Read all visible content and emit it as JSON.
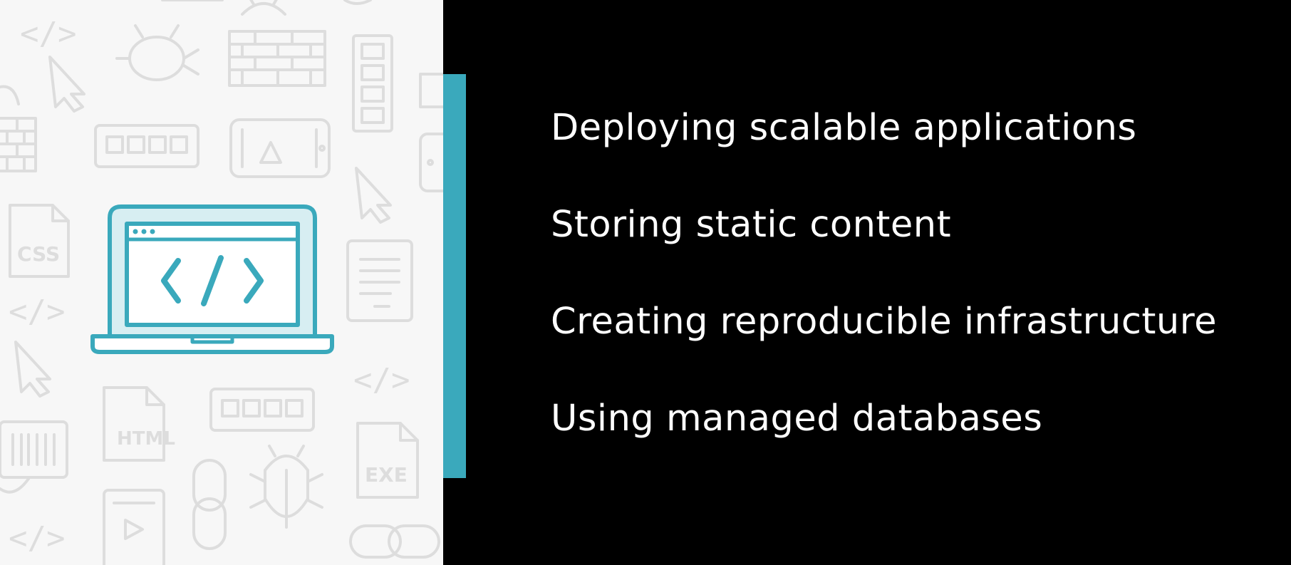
{
  "colors": {
    "accent": "#3aa9bc",
    "panel_background": "#f7f7f7",
    "pattern_stroke": "#dddddd",
    "slide_background": "#000000",
    "text": "#ffffff"
  },
  "hero": {
    "icon": "laptop-code-icon"
  },
  "pattern": {
    "icons": [
      "code-icon",
      "cursor-icon",
      "bug-icon",
      "brick-wall-icon",
      "css-file-icon",
      "html-file-icon",
      "exe-file-icon",
      "chain-link-icon",
      "phone-icon",
      "barcode-icon",
      "document-icon"
    ],
    "labels": {
      "code": "</>",
      "css": "CSS",
      "html": "HTML",
      "exe": "EXE"
    }
  },
  "topics": [
    {
      "label": "Deploying scalable applications"
    },
    {
      "label": "Storing static content"
    },
    {
      "label": "Creating reproducible infrastructure"
    },
    {
      "label": "Using managed databases"
    }
  ]
}
